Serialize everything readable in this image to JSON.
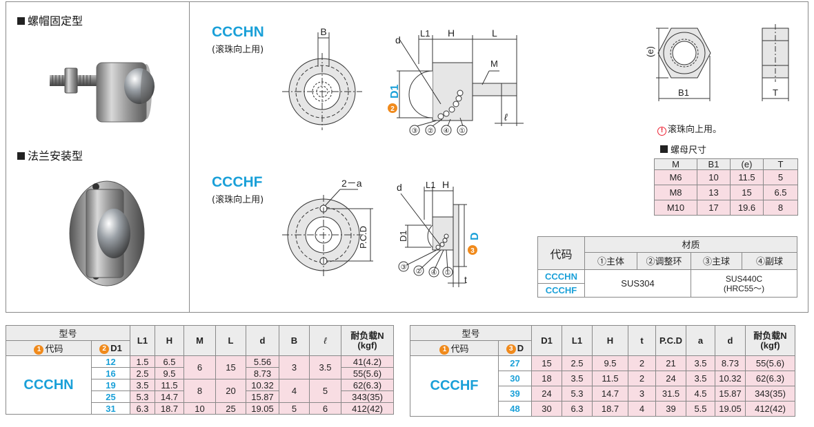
{
  "sections": {
    "nut_type": "螺帽固定型",
    "flange_type": "法兰安装型"
  },
  "ccchn": {
    "model": "CCCHN",
    "note": "(滚珠向上用)",
    "labels": {
      "B": "B",
      "d": "d",
      "L1": "L1",
      "H": "H",
      "L": "L",
      "M": "M",
      "D1": "D1",
      "l": "ℓ",
      "c3": "③",
      "c2": "②",
      "c4": "④",
      "c1": "①",
      "n2": "2"
    }
  },
  "ccchf": {
    "model": "CCCHF",
    "note": "(滚珠向上用)",
    "labels": {
      "a": "2－a",
      "d": "d",
      "L1": "L1",
      "H": "H",
      "PCD": "P.C.D",
      "D1": "D1",
      "D": "D",
      "t": "t",
      "c3": "③",
      "c2": "②",
      "c4": "④",
      "c1": "①",
      "n3": "3"
    }
  },
  "nut_drawing": {
    "e": "(e)",
    "B1": "B1",
    "T": "T"
  },
  "warning": "滚珠向上用。",
  "nut_table": {
    "title": "螺母尺寸",
    "headers": [
      "M",
      "B1",
      "(e)",
      "T"
    ],
    "rows": [
      [
        "M6",
        "10",
        "11.5",
        "5"
      ],
      [
        "M8",
        "13",
        "15",
        "6.5"
      ],
      [
        "M10",
        "17",
        "19.6",
        "8"
      ]
    ]
  },
  "material_table": {
    "code_header": "代码",
    "material_header": "材质",
    "parts": [
      "①主体",
      "②调整环",
      "③主球",
      "④副球"
    ],
    "ccchn": "CCCHN",
    "ccchf": "CCCHF",
    "sus304": "SUS304",
    "sus440c": "SUS440C",
    "hrc": "(HRC55～)"
  },
  "table_ccchn": {
    "type_header": "型号",
    "code_header": "代码",
    "code_num": "1",
    "d1_num": "2",
    "d1_header": "D1",
    "cols": [
      "L1",
      "H",
      "M",
      "L",
      "d",
      "B",
      "ℓ"
    ],
    "load_header": "耐负载N",
    "load_unit": "(kgf)",
    "code": "CCCHN",
    "rows": [
      {
        "d1": "12",
        "l1": "1.5",
        "h": "6.5",
        "d": "5.56",
        "load": "41(4.2)"
      },
      {
        "d1": "16",
        "l1": "2.5",
        "h": "9.5",
        "d": "8.73",
        "load": "55(5.6)"
      },
      {
        "d1": "19",
        "l1": "3.5",
        "h": "11.5",
        "d": "10.32",
        "load": "62(6.3)"
      },
      {
        "d1": "25",
        "l1": "5.3",
        "h": "14.7",
        "d": "15.87",
        "load": "343(35)"
      },
      {
        "d1": "31",
        "l1": "6.3",
        "h": "18.7",
        "d": "19.05",
        "load": "412(42)"
      }
    ],
    "merged": {
      "m1": "6",
      "l1": "15",
      "b1": "3",
      "ll1": "3.5",
      "m2": "8",
      "l2": "20",
      "b2": "4",
      "ll2": "5",
      "m3": "10",
      "l3": "25",
      "b3": "5",
      "ll3": "6"
    }
  },
  "table_ccchf": {
    "type_header": "型号",
    "code_header": "代码",
    "code_num": "1",
    "d_num": "3",
    "d_header": "D",
    "cols": [
      "D1",
      "L1",
      "H",
      "t",
      "P.C.D",
      "a",
      "d"
    ],
    "load_header": "耐负载N",
    "load_unit": "(kgf)",
    "code": "CCCHF",
    "rows": [
      {
        "dd": "27",
        "d1": "15",
        "l1": "2.5",
        "h": "9.5",
        "t": "2",
        "pcd": "21",
        "a": "3.5",
        "d": "8.73",
        "load": "55(5.6)"
      },
      {
        "dd": "30",
        "d1": "18",
        "l1": "3.5",
        "h": "11.5",
        "t": "2",
        "pcd": "24",
        "a": "3.5",
        "d": "10.32",
        "load": "62(6.3)"
      },
      {
        "dd": "39",
        "d1": "24",
        "l1": "5.3",
        "h": "14.7",
        "t": "3",
        "pcd": "31.5",
        "a": "4.5",
        "d": "15.87",
        "load": "343(35)"
      },
      {
        "dd": "48",
        "d1": "30",
        "l1": "6.3",
        "h": "18.7",
        "t": "4",
        "pcd": "39",
        "a": "5.5",
        "d": "19.05",
        "load": "412(42)"
      }
    ]
  }
}
